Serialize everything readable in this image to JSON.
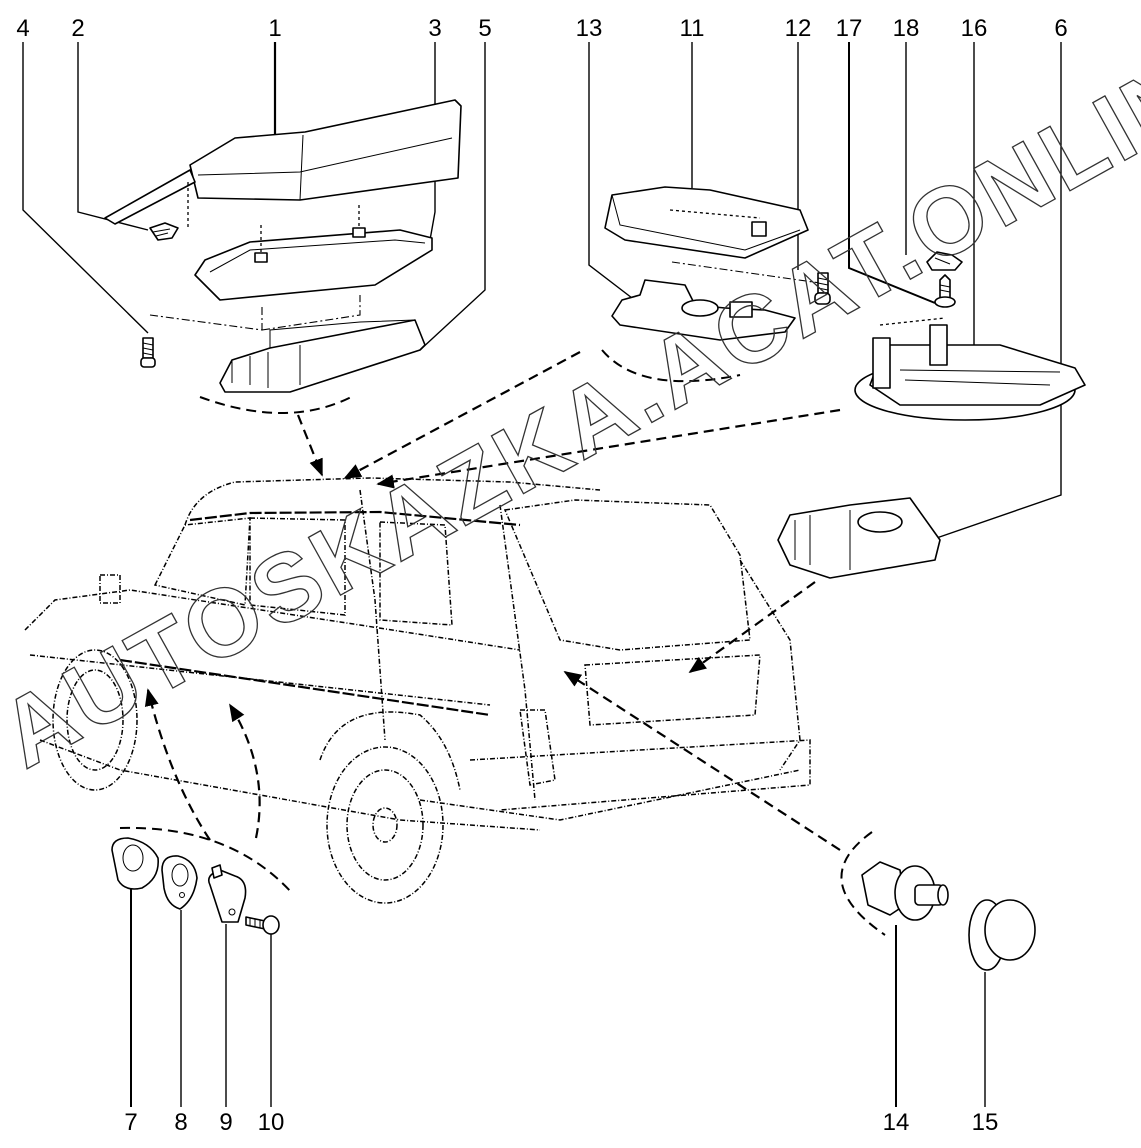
{
  "diagram": {
    "type": "exploded-parts-diagram",
    "callouts": {
      "c1": "1",
      "c2": "2",
      "c3": "3",
      "c4": "4",
      "c5": "5",
      "c6": "6",
      "c7": "7",
      "c8": "8",
      "c9": "9",
      "c10": "10",
      "c11": "11",
      "c12": "12",
      "c13": "13",
      "c14": "14",
      "c15": "15",
      "c16": "16",
      "c17": "17",
      "c18": "18"
    }
  },
  "watermark": {
    "text": "AUTOSKAZKA.ACAT.ONLINE"
  },
  "colors": {
    "line": "#000000",
    "background": "#ffffff",
    "watermark_outline": "#333333"
  }
}
